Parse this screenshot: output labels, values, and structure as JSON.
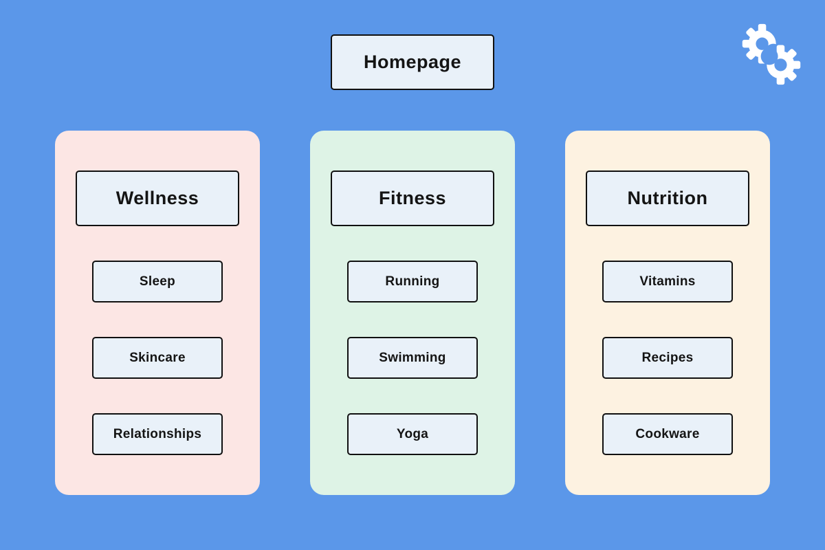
{
  "page": {
    "background_color": "#5b97e9",
    "node_fill_color": "#e9f1f9",
    "node_border_color": "#101010",
    "node_text_color": "#141414"
  },
  "logo": {
    "name": "interlocking-gears-logo",
    "color": "#ffffff"
  },
  "diagram": {
    "root": {
      "label": "Homepage"
    },
    "columns": [
      {
        "label": "Wellness",
        "card_color": "#fce6e4",
        "children": [
          {
            "label": "Sleep"
          },
          {
            "label": "Skincare"
          },
          {
            "label": "Relationships"
          }
        ]
      },
      {
        "label": "Fitness",
        "card_color": "#def3e6",
        "children": [
          {
            "label": "Running"
          },
          {
            "label": "Swimming"
          },
          {
            "label": "Yoga"
          }
        ]
      },
      {
        "label": "Nutrition",
        "card_color": "#fdf2e1",
        "children": [
          {
            "label": "Vitamins"
          },
          {
            "label": "Recipes"
          },
          {
            "label": "Cookware"
          }
        ]
      }
    ]
  }
}
